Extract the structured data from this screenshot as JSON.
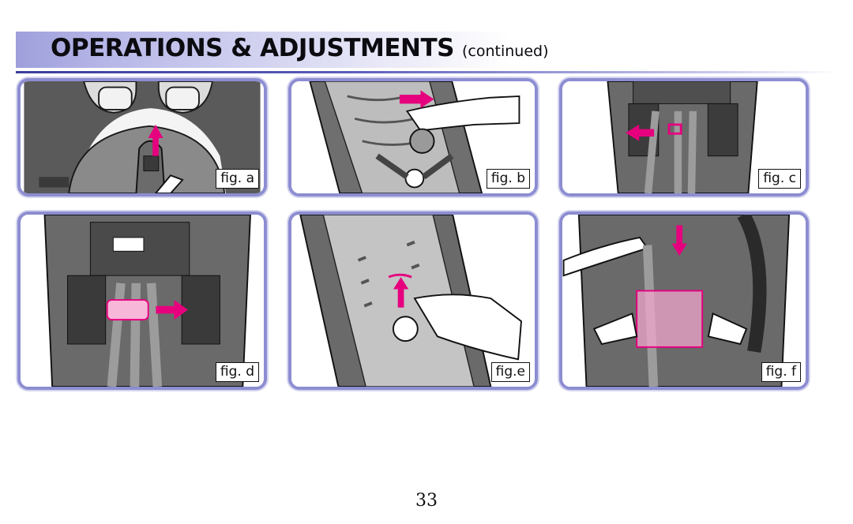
{
  "header": {
    "title": "OPERATIONS & ADJUSTMENTS",
    "subtitle": "(continued)"
  },
  "figures": [
    {
      "label": "fig. a"
    },
    {
      "label": "fig. b"
    },
    {
      "label": "fig. c"
    },
    {
      "label": "fig. d"
    },
    {
      "label": "fig.e"
    },
    {
      "label": "fig. f"
    }
  ],
  "page_number": "33",
  "colors": {
    "accent": "#e6007e",
    "panel_border": "#8d8dd2",
    "header_band": "#9f9fdc"
  }
}
